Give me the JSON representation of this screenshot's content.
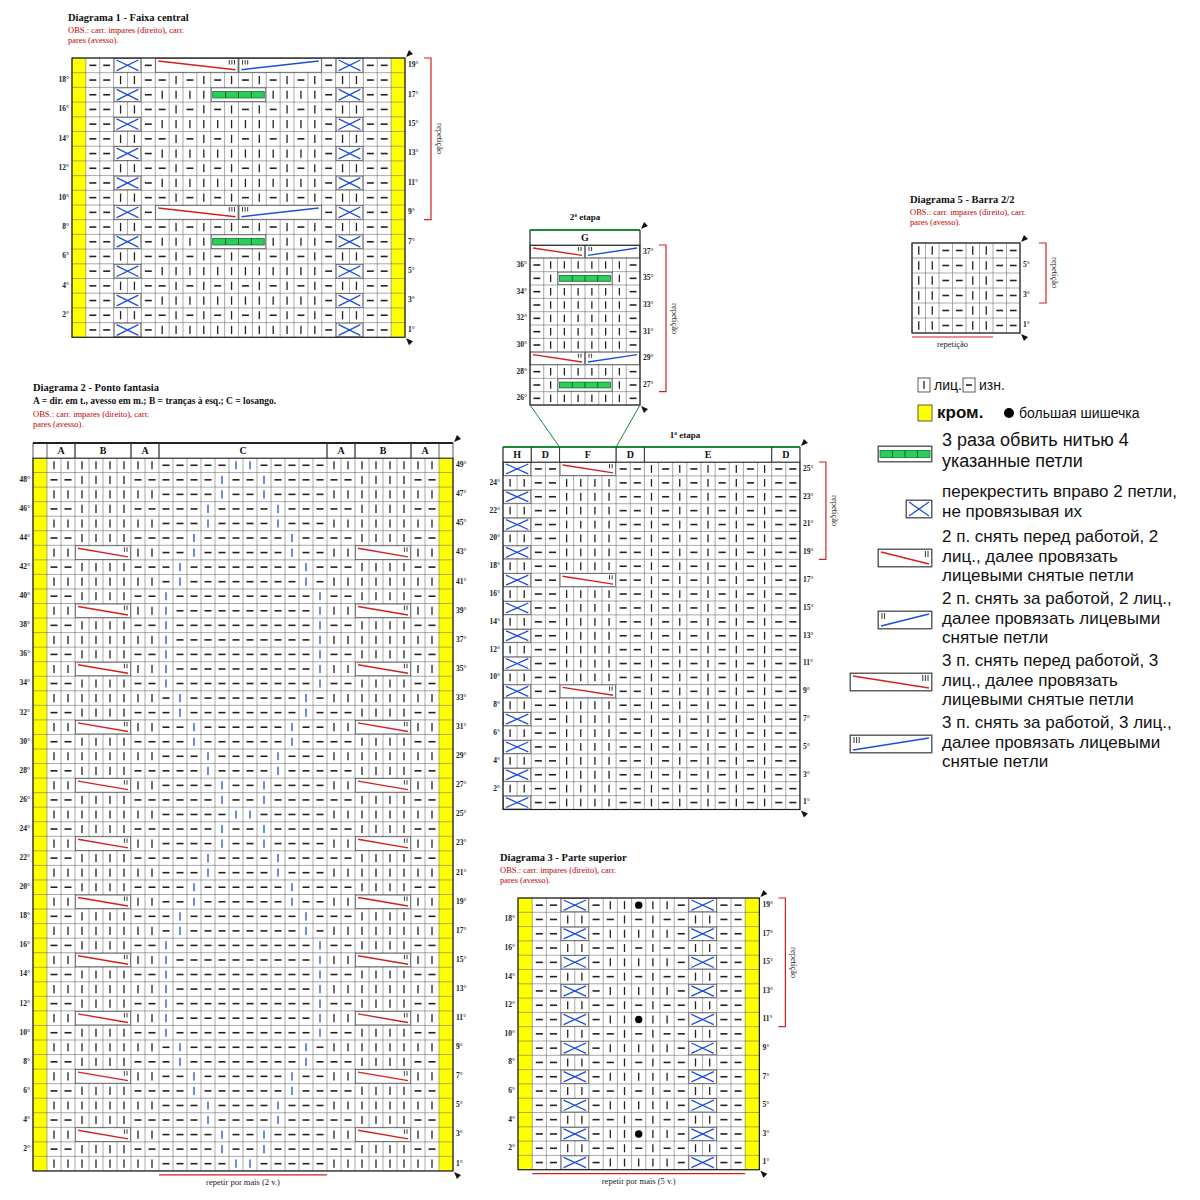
{
  "diagram": {
    "labels": [
      "Diagrama 1 - Faixa central",
      "OBS.: carr. impares (direito), carr. pares (avesso).",
      "2°",
      "4°",
      "6°",
      "8°",
      "10°",
      "12°",
      "14°",
      "16°",
      "18°",
      "1°",
      "3°",
      "5°",
      "7°",
      "9°",
      "11°",
      "13°",
      "15°",
      "17°",
      "19°",
      "repetição",
      "2ª etapa",
      "G",
      "26°",
      "28°",
      "30°",
      "32°",
      "34°",
      "36°",
      "27°",
      "29°",
      "31°",
      "33°",
      "35°",
      "37°",
      "repetição",
      "Diagrama 5 - Barra 2/2",
      "OBS.: carr. impares (direito), carr. pares (avesso).",
      "1°",
      "3°",
      "5°",
      "repetição",
      "repetição",
      "Diagrama 2 - Ponto fantasia",
      "A = dir. em t., avesso em m.; B = tranças à esq.; C = losango.",
      "OBS.: carr. impares (direito), carr. pares (avesso).",
      "A",
      "B",
      "A",
      "C",
      "A",
      "B",
      "A",
      "2°",
      "4°",
      "6°",
      "8°",
      "10°",
      "12°",
      "14°",
      "16°",
      "18°",
      "20°",
      "22°",
      "24°",
      "26°",
      "28°",
      "30°",
      "32°",
      "34°",
      "36°",
      "38°",
      "40°",
      "42°",
      "44°",
      "46°",
      "48°",
      "1°",
      "3°",
      "5°",
      "7°",
      "9°",
      "11°",
      "13°",
      "15°",
      "17°",
      "19°",
      "21°",
      "23°",
      "25°",
      "27°",
      "29°",
      "31°",
      "33°",
      "35°",
      "37°",
      "39°",
      "41°",
      "43°",
      "45°",
      "47°",
      "49°",
      "repetir por mais (2 v.)",
      "1ª etapa",
      "H",
      "D",
      "F",
      "D",
      "E",
      "D",
      "2°",
      "4°",
      "6°",
      "8°",
      "10°",
      "12°",
      "14°",
      "16°",
      "18°",
      "20°",
      "22°",
      "24°",
      "1°",
      "3°",
      "5°",
      "7°",
      "9°",
      "11°",
      "13°",
      "15°",
      "17°",
      "19°",
      "21°",
      "23°",
      "25°",
      "repetição",
      "Diagrama 3 - Parte superior",
      "OBS.: carr. impares (direito), carr. pares (avesso).",
      "2°",
      "4°",
      "6°",
      "8°",
      "10°",
      "12°",
      "14°",
      "16°",
      "18°",
      "1°",
      "3°",
      "5°",
      "7°",
      "9°",
      "11°",
      "13°",
      "15°",
      "17°",
      "19°",
      "repetição",
      "repetir por mais (5 v.)"
    ],
    "legend": [
      {
        "text": "лиц."
      },
      {
        "text": "изн."
      },
      {
        "text": "кром.",
        "color": "#ffff00"
      },
      {
        "text": "большая шишечка"
      },
      {
        "text": "3 раза обвить нитью 4 указанные петли"
      },
      {
        "text": "перекрестить вправо 2 петли, не провязывая их"
      },
      {
        "text": "2 п. снять перед работой, 2 лиц., далее провязать лицевыми снятые петли"
      },
      {
        "text": "2 п. снять за работой, 2 лиц., далее провязать лицевыми снятые петли"
      },
      {
        "text": "3 п. снять перед работой, 3 лиц., далее провязать лицевыми снятые петли"
      },
      {
        "text": "3 п. снять за работой, 3 лиц., далее провязать лицевыми снятые петли"
      }
    ]
  }
}
